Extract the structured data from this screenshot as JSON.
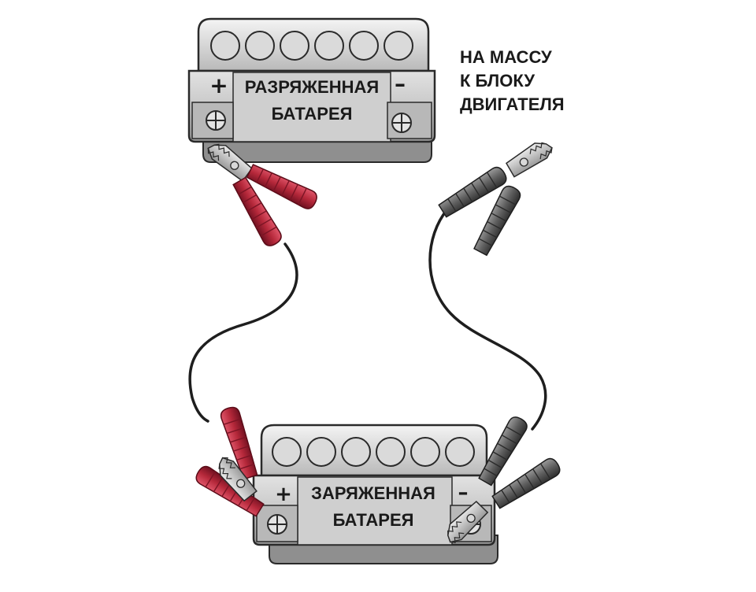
{
  "top_battery": {
    "plus": "+",
    "minus": "–",
    "label_line1": "РАЗРЯЖЕННАЯ",
    "label_line2": "БАТАРЕЯ"
  },
  "bottom_battery": {
    "plus": "+",
    "minus": "–",
    "label_line1": "ЗАРЯЖЕННАЯ",
    "label_line2": "БАТАРЕЯ"
  },
  "note": {
    "line1": "НА МАССУ",
    "line2": "К БЛОКУ",
    "line3": "ДВИГАТЕЛЯ"
  },
  "colors": {
    "battery_fill": "#c9c9c9",
    "battery_dark": "#8d8d8d",
    "battery_outline": "#2a2a2a",
    "red_clamp": "#b5283a",
    "red_clamp_dark": "#7a1424",
    "black_clamp": "#6e6e6e",
    "black_clamp_dark": "#3a3a3a",
    "cable": "#1e1e1e"
  }
}
